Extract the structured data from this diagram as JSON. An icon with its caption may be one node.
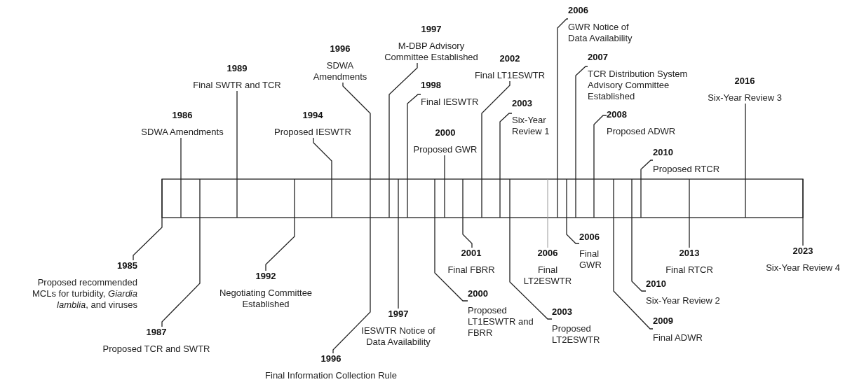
{
  "diagram": {
    "nodes": [
      {
        "text": [],
        "shape": "bar"
      },
      {
        "text": [
          "1985",
          "Proposed recommended MCLs for turbidity, *Giardia lamblia*, and viruses"
        ]
      },
      {
        "text": [
          "1986",
          "SDWA Amendments"
        ]
      },
      {
        "text": [
          "1987",
          "Proposed TCR and SWTR"
        ]
      },
      {
        "text": [
          "1989",
          "Final SWTR and TCR"
        ]
      },
      {
        "text": [
          "1992",
          "Negotiating Committee Established"
        ]
      },
      {
        "text": [
          "1994",
          "Proposed IESWTR"
        ]
      },
      {
        "text": [
          "1996",
          "SDWA Amendments"
        ]
      },
      {
        "text": [
          "1996",
          "Final Information Collection Rule"
        ]
      },
      {
        "text": [
          "1997",
          "M-DBP Advisory Committee Established"
        ]
      },
      {
        "text": [
          "1997",
          "IESWTR Notice of Data Availability"
        ]
      },
      {
        "text": [
          "1998",
          "Final IESWTR"
        ]
      },
      {
        "text": [
          "2000",
          "Proposed GWR"
        ]
      },
      {
        "text": [
          "2000",
          "Proposed LT1ESWTR and FBRR"
        ]
      },
      {
        "text": [
          "2001",
          "Final FBRR"
        ]
      },
      {
        "text": [
          "2002",
          "Final LT1ESWTR"
        ]
      },
      {
        "text": [
          "2003",
          "Six-Year Review 1"
        ]
      },
      {
        "text": [
          "2003",
          "Proposed LT2ESWTR"
        ]
      },
      {
        "text": [
          "2006",
          "Final LT2ESWTR"
        ]
      },
      {
        "text": [
          "2006",
          "GWR Notice of Data Availability"
        ]
      },
      {
        "text": [
          "2006",
          "Final GWR"
        ]
      },
      {
        "text": [
          "2007",
          "TCR Distribution System Advisory Committee Established"
        ]
      },
      {
        "text": [
          "2008",
          "Proposed ADWR"
        ]
      },
      {
        "text": [
          "2009",
          "Final ADWR"
        ]
      },
      {
        "text": [
          "2010",
          "Six-Year Review 2"
        ]
      },
      {
        "text": [
          "2010",
          "Proposed RTCR"
        ]
      },
      {
        "text": [
          "2013",
          "Final RTCR"
        ]
      },
      {
        "text": [
          "2016",
          "Six-Year Review 3"
        ]
      },
      {
        "text": [
          "2023",
          "Six-Year Review 4"
        ]
      }
    ],
    "edges": [
      {
        "from": 1,
        "to": 0,
        "arrow": "none"
      },
      {
        "from": 2,
        "to": 0,
        "arrow": "none"
      },
      {
        "from": 3,
        "to": 0,
        "arrow": "none"
      },
      {
        "from": 4,
        "to": 0,
        "arrow": "none"
      },
      {
        "from": 5,
        "to": 0,
        "arrow": "none"
      },
      {
        "from": 6,
        "to": 0,
        "arrow": "none"
      },
      {
        "from": 7,
        "to": 0,
        "arrow": "none"
      },
      {
        "from": 8,
        "to": 0,
        "arrow": "none"
      },
      {
        "from": 9,
        "to": 0,
        "arrow": "none"
      },
      {
        "from": 10,
        "to": 0,
        "arrow": "none"
      },
      {
        "from": 11,
        "to": 0,
        "arrow": "none"
      },
      {
        "from": 12,
        "to": 0,
        "arrow": "none"
      },
      {
        "from": 13,
        "to": 0,
        "arrow": "none"
      },
      {
        "from": 14,
        "to": 0,
        "arrow": "none"
      },
      {
        "from": 15,
        "to": 0,
        "arrow": "none"
      },
      {
        "from": 16,
        "to": 0,
        "arrow": "none"
      },
      {
        "from": 17,
        "to": 0,
        "arrow": "none"
      },
      {
        "from": 18,
        "to": 0,
        "arrow": "none",
        "color": "#999999"
      },
      {
        "from": 19,
        "to": 0,
        "arrow": "none"
      },
      {
        "from": 20,
        "to": 0,
        "arrow": "none"
      },
      {
        "from": 21,
        "to": 0,
        "arrow": "none"
      },
      {
        "from": 22,
        "to": 0,
        "arrow": "none"
      },
      {
        "from": 23,
        "to": 0,
        "arrow": "none"
      },
      {
        "from": 24,
        "to": 0,
        "arrow": "none"
      },
      {
        "from": 25,
        "to": 0,
        "arrow": "none"
      },
      {
        "from": 26,
        "to": 0,
        "arrow": "none"
      },
      {
        "from": 27,
        "to": 0,
        "arrow": "none"
      },
      {
        "from": 28,
        "to": 0,
        "arrow": "none"
      }
    ]
  }
}
